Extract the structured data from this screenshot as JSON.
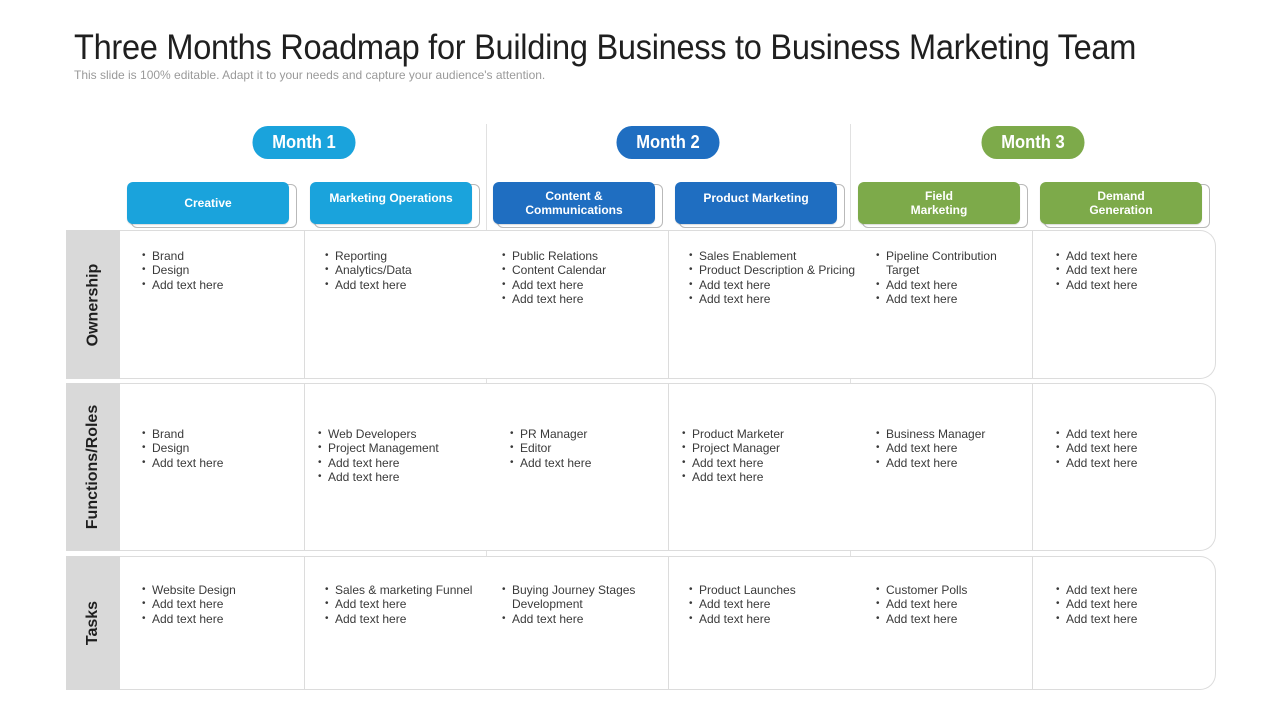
{
  "title": "Three Months Roadmap for Building Business to Business Marketing Team",
  "subtitle": "This slide is 100% editable. Adapt it to your needs and capture your audience's attention.",
  "colors": {
    "blue_light": "#1aa3dc",
    "blue_dark": "#1f6ec1",
    "green": "#7daa4a",
    "label_bg": "#d9d9d9"
  },
  "months": [
    {
      "label": "Month 1",
      "color": "#1aa3dc"
    },
    {
      "label": "Month 2",
      "color": "#1f6ec1"
    },
    {
      "label": "Month 3",
      "color": "#7daa4a"
    }
  ],
  "categories": [
    {
      "label": "Creative",
      "color": "#1aa3dc"
    },
    {
      "label": "Marketing Operations",
      "color": "#1aa3dc"
    },
    {
      "label": "Content &\nCommunications",
      "color": "#1f6ec1"
    },
    {
      "label": "Product Marketing",
      "color": "#1f6ec1"
    },
    {
      "label": "Field\nMarketing",
      "color": "#7daa4a"
    },
    {
      "label": "Demand\nGeneration",
      "color": "#7daa4a"
    }
  ],
  "rows": [
    {
      "label": "Ownership",
      "cells": [
        [
          "Brand",
          "Design",
          "Add text here"
        ],
        [
          "Reporting",
          "Analytics/Data",
          "Add text here"
        ],
        [
          "Public Relations",
          "Content Calendar",
          "Add text here",
          "Add text here"
        ],
        [
          "Sales Enablement",
          "Product Description & Pricing",
          "Add text here",
          "Add text here"
        ],
        [
          "Pipeline Contribution Target",
          "Add text here",
          "Add text here"
        ],
        [
          "Add text here",
          "Add text here",
          "Add text here"
        ]
      ]
    },
    {
      "label": "Functions/Roles",
      "cells": [
        [
          "Brand",
          "Design",
          "Add text here"
        ],
        [
          "Web Developers",
          "Project Management",
          "Add text here",
          "Add text here"
        ],
        [
          "PR Manager",
          "Editor",
          "Add text here"
        ],
        [
          "Product Marketer",
          "Project Manager",
          "Add text here",
          "Add text here"
        ],
        [
          "Business Manager",
          "Add text here",
          "Add text here"
        ],
        [
          "Add text here",
          "Add text here",
          "Add text here"
        ]
      ]
    },
    {
      "label": "Tasks",
      "cells": [
        [
          "Website Design",
          "Add text here",
          "Add text here"
        ],
        [
          "Sales & marketing Funnel",
          "Add text here",
          "Add text here"
        ],
        [
          "Buying Journey Stages Development",
          "Add text here"
        ],
        [
          "Product Launches",
          "Add text here",
          "Add text here"
        ],
        [
          "Customer Polls",
          "Add text here",
          "Add text here"
        ],
        [
          "Add text here",
          "Add text here",
          "Add text here"
        ]
      ]
    }
  ]
}
